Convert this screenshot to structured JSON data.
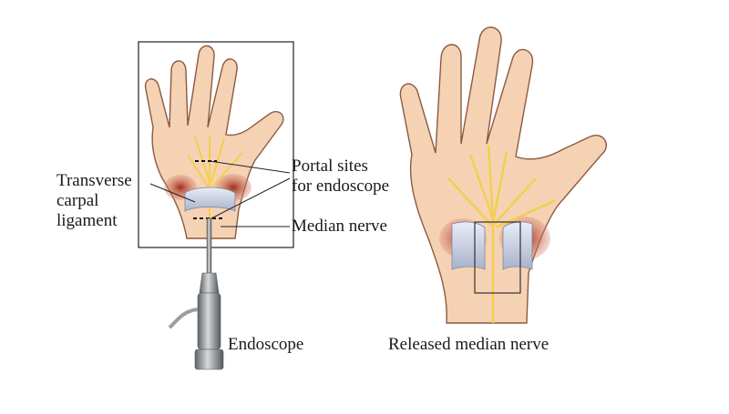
{
  "labels": {
    "transverse_carpal_ligament": [
      "Transverse",
      "carpal",
      "ligament"
    ],
    "portal_sites": [
      "Portal sites",
      "for endoscope"
    ],
    "median_nerve": "Median nerve",
    "endoscope": "Endoscope",
    "released_median_nerve": "Released median nerve"
  },
  "colors": {
    "skin": "#f6d2b4",
    "skin_outline": "#8a5a40",
    "nerve": "#f1d04a",
    "muscle": "#b8412a",
    "ligament": "#c9cfe2",
    "instrument": "#8c9096",
    "line": "#222222"
  }
}
